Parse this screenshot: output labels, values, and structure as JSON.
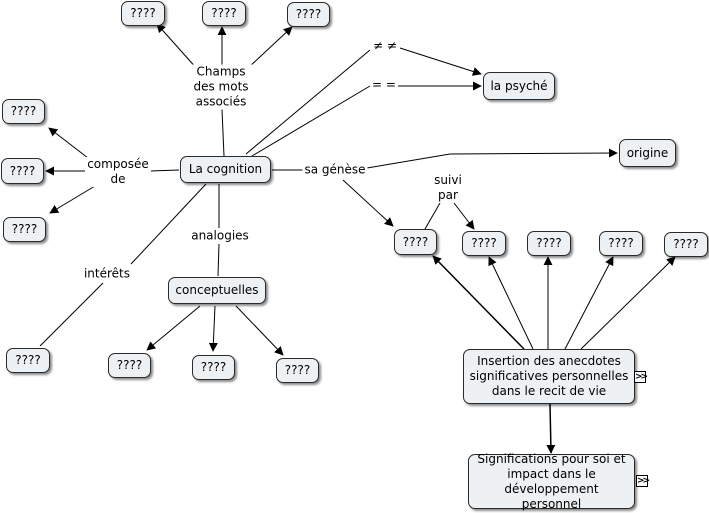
{
  "nodes": {
    "cognition": "La cognition",
    "psyche": "la psyché",
    "origine": "origine",
    "conceptuelles": "conceptuelles",
    "insertion": "Insertion des anecdotes significatives personnelles dans le recit de vie",
    "significations": "Significations pour soi et impact dans le développement personnel",
    "unknown": "????"
  },
  "links": {
    "champs": "Champs des mots associés",
    "composee": "composée de",
    "sa_genese": "sa génèse",
    "analogies": "analogies",
    "interets": "intérêts",
    "suivi_par": "suivi par",
    "diff": "≠ ≠",
    "equal": "= ="
  },
  "colors": {
    "node_fill": "#edf1f3",
    "node_border": "#2a2a2a",
    "line": "#000000"
  },
  "icons": {
    "expand": "double-chevron-right-icon"
  }
}
